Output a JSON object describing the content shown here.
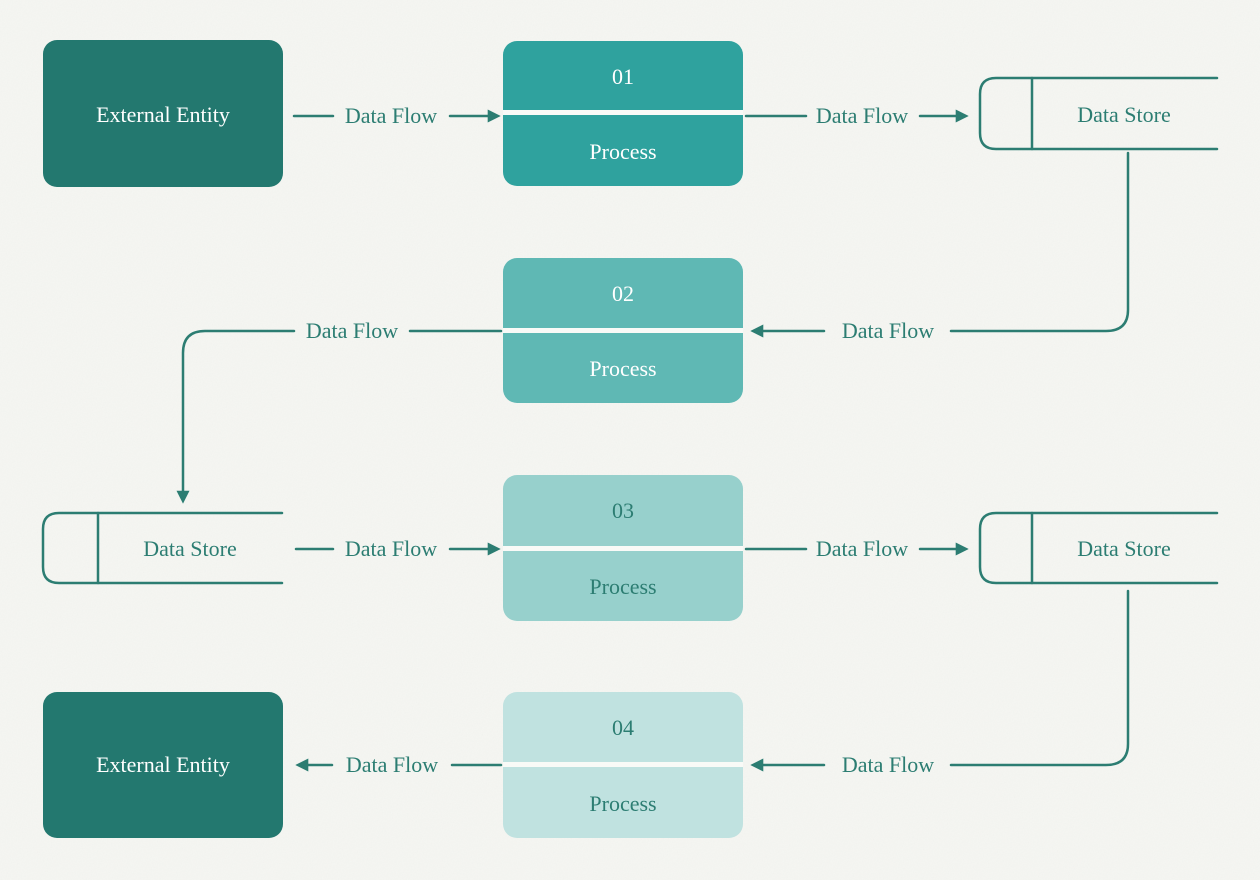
{
  "diagram": {
    "kind": "data-flow-diagram",
    "colors": {
      "background": "#f5f6f2",
      "line": "#2c7d72",
      "label_text": "#2c7d72",
      "light_text": "#ffffff",
      "external_entity_fill": "#23786f",
      "process_fills": [
        "#2fa29e",
        "#5fb8b4",
        "#97d0cc",
        "#c0e2e0"
      ]
    },
    "external_entities": [
      {
        "label": "External Entity"
      },
      {
        "label": "External Entity"
      }
    ],
    "processes": [
      {
        "number": "01",
        "label": "Process"
      },
      {
        "number": "02",
        "label": "Process"
      },
      {
        "number": "03",
        "label": "Process"
      },
      {
        "number": "04",
        "label": "Process"
      }
    ],
    "data_stores": [
      {
        "label": "Data Store"
      },
      {
        "label": "Data Store"
      },
      {
        "label": "Data Store"
      }
    ],
    "flows": [
      {
        "label": "Data Flow",
        "from": "external-entity-1",
        "to": "process-01"
      },
      {
        "label": "Data Flow",
        "from": "process-01",
        "to": "data-store-1"
      },
      {
        "label": "Data Flow",
        "from": "data-store-1",
        "to": "process-02"
      },
      {
        "label": "Data Flow",
        "from": "process-02",
        "to": "data-store-2"
      },
      {
        "label": "Data Flow",
        "from": "data-store-2",
        "to": "process-03"
      },
      {
        "label": "Data Flow",
        "from": "process-03",
        "to": "data-store-3"
      },
      {
        "label": "Data Flow",
        "from": "data-store-3",
        "to": "process-04"
      },
      {
        "label": "Data Flow",
        "from": "process-04",
        "to": "external-entity-2"
      }
    ]
  }
}
